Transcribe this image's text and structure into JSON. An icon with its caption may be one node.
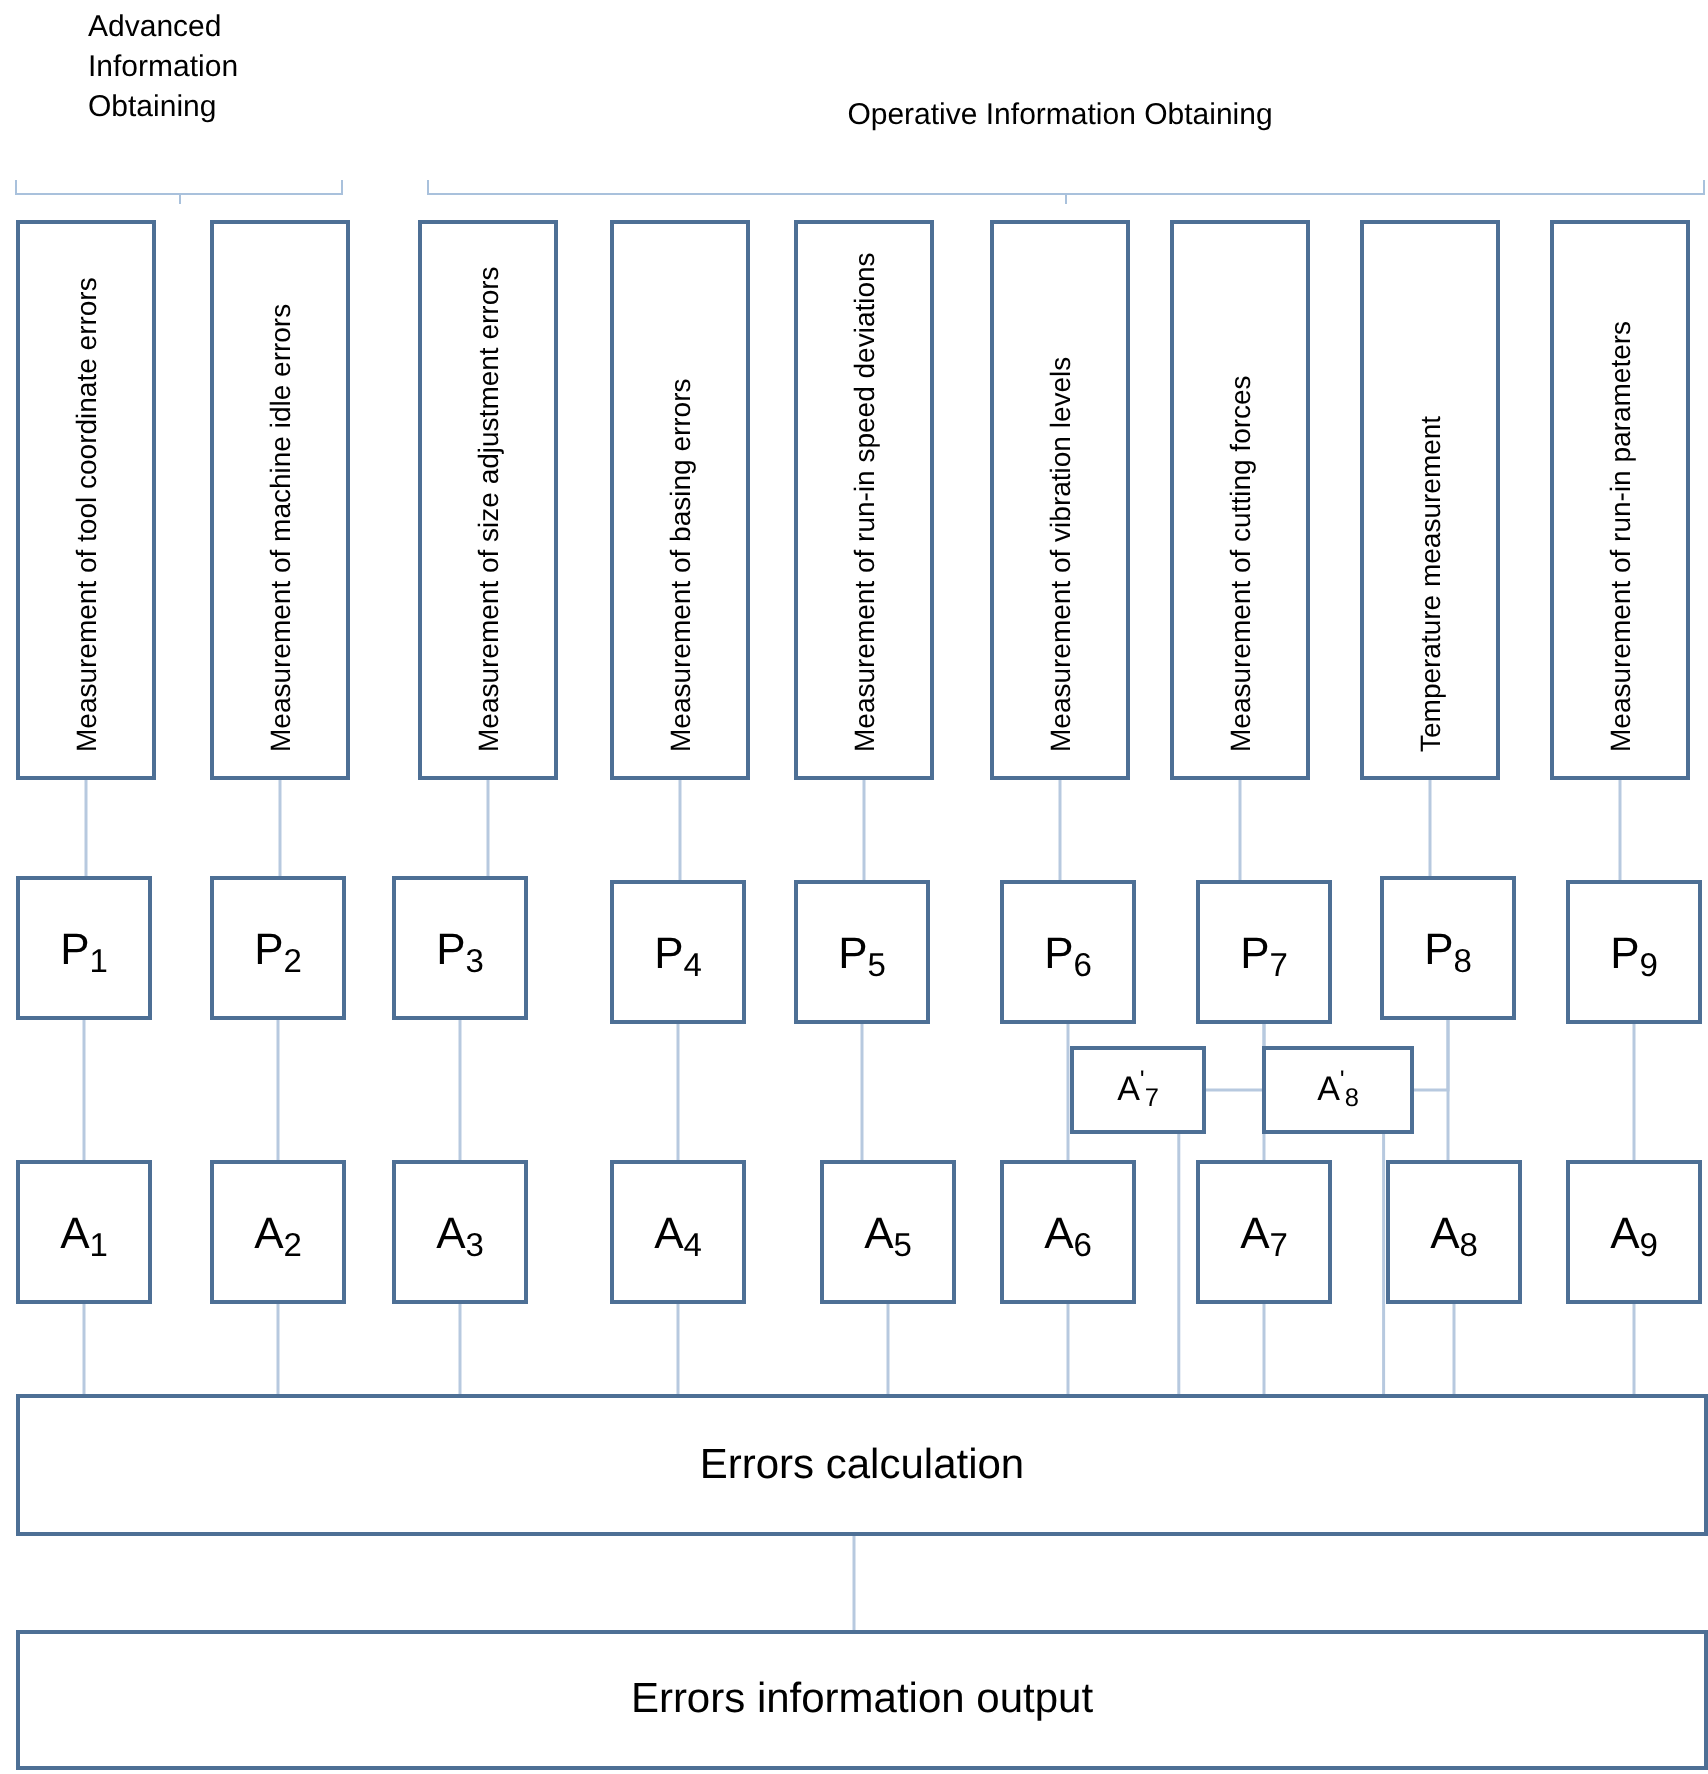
{
  "diagram": {
    "nodes": [
      {
        "text": [
          "Measurement of tool coordinate errors"
        ]
      },
      {
        "text": [
          "Measurement of machine idle errors"
        ]
      },
      {
        "text": [
          "Measurement of size adjustment errors"
        ]
      },
      {
        "text": [
          "Measurement of basing errors"
        ]
      },
      {
        "text": [
          "Measurement of run-in speed deviations"
        ]
      },
      {
        "text": [
          "Measurement of vibration levels"
        ]
      },
      {
        "text": [
          "Measurement of cutting forces"
        ]
      },
      {
        "text": [
          "Temperature measurement"
        ]
      },
      {
        "text": [
          "Measurement of run-in parameters"
        ]
      },
      {
        "text": [
          "P$_{1}$"
        ]
      },
      {
        "text": [
          "P$_{2}$"
        ]
      },
      {
        "text": [
          "P$_{3}$"
        ]
      },
      {
        "text": [
          "P$_{4}$"
        ]
      },
      {
        "text": [
          "P$_{5}$"
        ]
      },
      {
        "text": [
          "P$_{6}$"
        ]
      },
      {
        "text": [
          "P$_{7}$"
        ]
      },
      {
        "text": [
          "P$_{8}$"
        ]
      },
      {
        "text": [
          "P$_{9}$"
        ]
      },
      {
        "text": [
          "A$_{1}$"
        ]
      },
      {
        "text": [
          "A$_{2}$"
        ]
      },
      {
        "text": [
          "A$_{3}$"
        ]
      },
      {
        "text": [
          "A$_{4}$"
        ]
      },
      {
        "text": [
          "A$_{5}$"
        ]
      },
      {
        "text": [
          "A$_{6}$"
        ]
      },
      {
        "text": [
          "A$_{7}$"
        ]
      },
      {
        "text": [
          "A$_{8}$"
        ]
      },
      {
        "text": [
          "A$_{9}$"
        ]
      },
      {
        "text": [
          "A$^{'}$$_{7}$"
        ]
      },
      {
        "text": [
          "A$^{'}$$_{8}$"
        ]
      },
      {
        "text": [
          "Errors calculation"
        ]
      },
      {
        "text": [
          "Errors information output"
        ]
      }
    ],
    "edges": [
      {
        "from": 0,
        "to": 9,
        "arrow": "none"
      },
      {
        "from": 1,
        "to": 10,
        "arrow": "none"
      },
      {
        "from": 2,
        "to": 11,
        "arrow": "none"
      },
      {
        "from": 3,
        "to": 12,
        "arrow": "none"
      },
      {
        "from": 4,
        "to": 13,
        "arrow": "none"
      },
      {
        "from": 5,
        "to": 14,
        "arrow": "none"
      },
      {
        "from": 6,
        "to": 15,
        "arrow": "none"
      },
      {
        "from": 7,
        "to": 16,
        "arrow": "none"
      },
      {
        "from": 8,
        "to": 17,
        "arrow": "none"
      },
      {
        "from": 9,
        "to": 18,
        "arrow": "none"
      },
      {
        "from": 10,
        "to": 19,
        "arrow": "none"
      },
      {
        "from": 11,
        "to": 20,
        "arrow": "none"
      },
      {
        "from": 12,
        "to": 21,
        "arrow": "none"
      },
      {
        "from": 13,
        "to": 22,
        "arrow": "none"
      },
      {
        "from": 14,
        "to": 23,
        "arrow": "none"
      },
      {
        "from": 15,
        "to": 24,
        "arrow": "none"
      },
      {
        "from": 16,
        "to": 25,
        "arrow": "none"
      },
      {
        "from": 17,
        "to": 26,
        "arrow": "none"
      },
      {
        "from": 15,
        "to": 27,
        "arrow": "none"
      },
      {
        "from": 16,
        "to": 28,
        "arrow": "none"
      },
      {
        "from": 18,
        "to": 29,
        "arrow": "none"
      },
      {
        "from": 19,
        "to": 29,
        "arrow": "none"
      },
      {
        "from": 20,
        "to": 29,
        "arrow": "none"
      },
      {
        "from": 21,
        "to": 29,
        "arrow": "none"
      },
      {
        "from": 22,
        "to": 29,
        "arrow": "none"
      },
      {
        "from": 23,
        "to": 29,
        "arrow": "none"
      },
      {
        "from": 24,
        "to": 29,
        "arrow": "none"
      },
      {
        "from": 25,
        "to": 29,
        "arrow": "none"
      },
      {
        "from": 26,
        "to": 29,
        "arrow": "none"
      },
      {
        "from": 27,
        "to": 29,
        "arrow": "none"
      },
      {
        "from": 28,
        "to": 29,
        "arrow": "none"
      },
      {
        "from": 29,
        "to": 30,
        "arrow": "none"
      }
    ],
    "labels": [
      "Advanced Information Obtaining",
      "Operative Information Obtaining"
    ]
  }
}
